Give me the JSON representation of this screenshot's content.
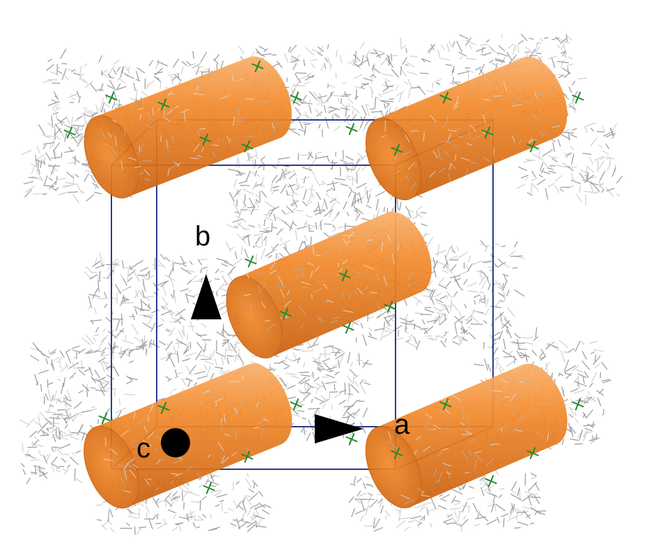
{
  "axes": {
    "a_label": "a",
    "b_label": "b",
    "c_label": "c"
  },
  "colors": {
    "cylinder": "#ef7a1a",
    "cylinder_dark": "#c85a0a",
    "cylinder_light": "#f7a35a",
    "unit_cell": "#2b3a8f",
    "framework": "#9a9a9a",
    "framework_light": "#cfcfcf",
    "green_atoms": "#1f8a2a",
    "arrow": "#000000"
  },
  "icons": {
    "axis_arrow": "triangle-arrow",
    "c_axis": "filled-circle"
  }
}
